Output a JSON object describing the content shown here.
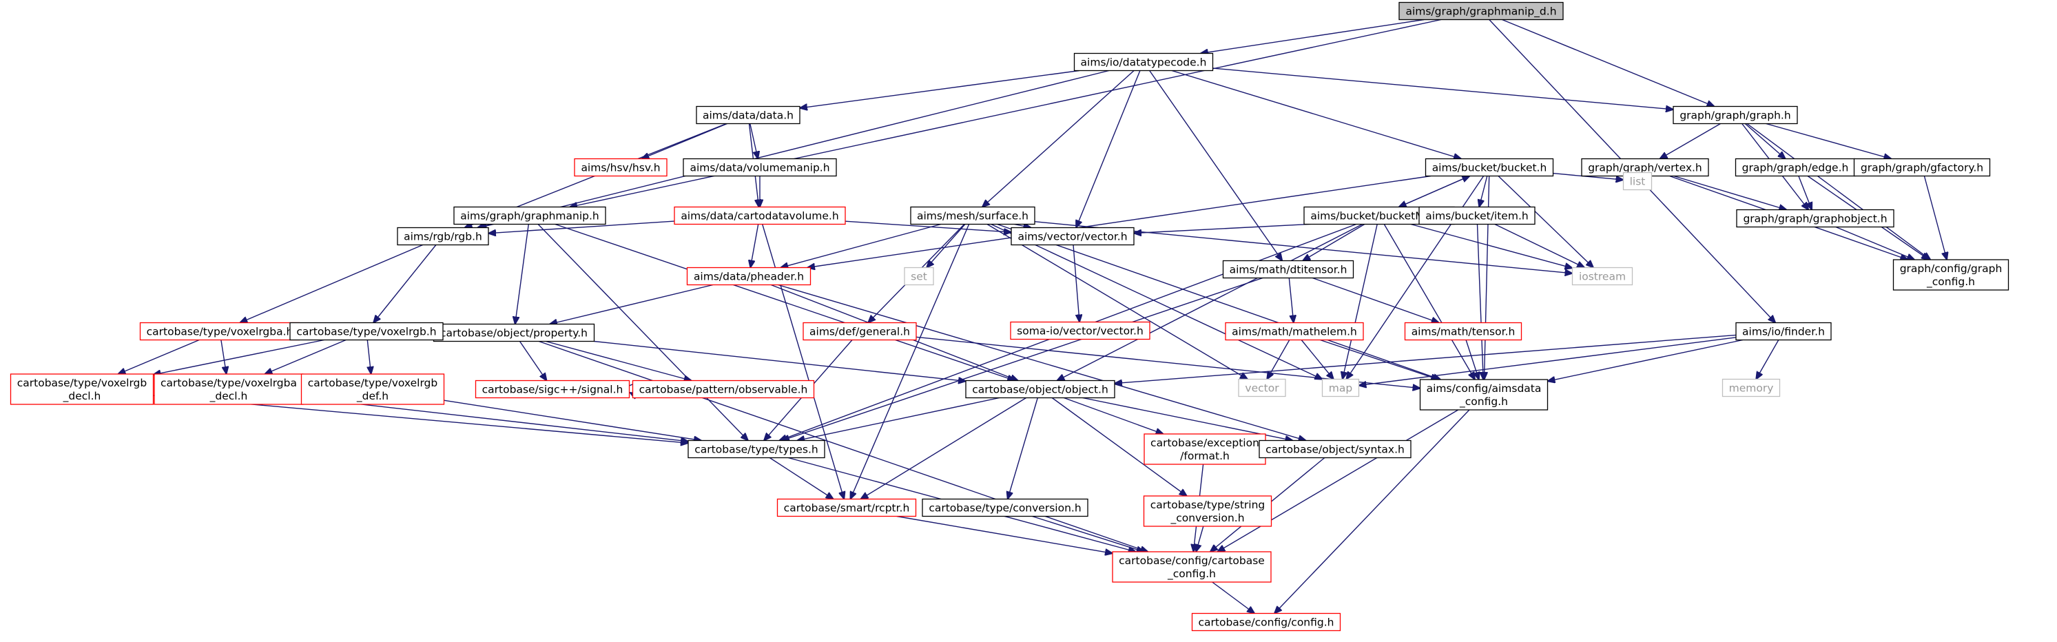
{
  "nodes": [
    {
      "id": "graphmanip_d",
      "lines": [
        "aims/graph/graphmanip_d.h"
      ],
      "style": "root"
    },
    {
      "id": "datatypecode",
      "lines": [
        "aims/io/datatypecode.h"
      ],
      "style": "black"
    },
    {
      "id": "graph_h",
      "lines": [
        "graph/graph/graph.h"
      ],
      "style": "black"
    },
    {
      "id": "finder",
      "lines": [
        "aims/io/finder.h"
      ],
      "style": "black"
    },
    {
      "id": "data_h",
      "lines": [
        "aims/data/data.h"
      ],
      "style": "black"
    },
    {
      "id": "graphmanip",
      "lines": [
        "aims/graph/graphmanip.h"
      ],
      "style": "black"
    },
    {
      "id": "surface",
      "lines": [
        "aims/mesh/surface.h"
      ],
      "style": "black"
    },
    {
      "id": "bucket",
      "lines": [
        "aims/bucket/bucket.h"
      ],
      "style": "black"
    },
    {
      "id": "dtitensor",
      "lines": [
        "aims/math/dtitensor.h"
      ],
      "style": "black"
    },
    {
      "id": "vector_h",
      "lines": [
        "aims/vector/vector.h"
      ],
      "style": "black"
    },
    {
      "id": "rgb",
      "lines": [
        "aims/rgb/rgb.h"
      ],
      "style": "black"
    },
    {
      "id": "hsv",
      "lines": [
        "aims/hsv/hsv.h"
      ],
      "style": "red"
    },
    {
      "id": "volumemanip",
      "lines": [
        "aims/data/volumemanip.h"
      ],
      "style": "black"
    },
    {
      "id": "cartodatavolume",
      "lines": [
        "aims/data/cartodatavolume.h"
      ],
      "style": "red"
    },
    {
      "id": "pheader",
      "lines": [
        "aims/data/pheader.h"
      ],
      "style": "red"
    },
    {
      "id": "property",
      "lines": [
        "cartobase/object/property.h"
      ],
      "style": "black"
    },
    {
      "id": "object",
      "lines": [
        "cartobase/object/object.h"
      ],
      "style": "black"
    },
    {
      "id": "types",
      "lines": [
        "cartobase/type/types.h"
      ],
      "style": "black"
    },
    {
      "id": "rcptr",
      "lines": [
        "cartobase/smart/rcptr.h"
      ],
      "style": "red"
    },
    {
      "id": "cartobase_config",
      "lines": [
        "cartobase/config/cartobase",
        "_config.h"
      ],
      "style": "red"
    },
    {
      "id": "config_h",
      "lines": [
        "cartobase/config/config.h"
      ],
      "style": "red"
    },
    {
      "id": "aimsdata_config",
      "lines": [
        "aims/config/aimsdata",
        "_config.h"
      ],
      "style": "black"
    },
    {
      "id": "vertex",
      "lines": [
        "graph/graph/vertex.h"
      ],
      "style": "black"
    },
    {
      "id": "edge",
      "lines": [
        "graph/graph/edge.h"
      ],
      "style": "black"
    },
    {
      "id": "gfactory",
      "lines": [
        "graph/graph/gfactory.h"
      ],
      "style": "black"
    },
    {
      "id": "graphobject",
      "lines": [
        "graph/graph/graphobject.h"
      ],
      "style": "black"
    },
    {
      "id": "graph_config",
      "lines": [
        "graph/config/graph",
        "_config.h"
      ],
      "style": "black"
    },
    {
      "id": "bucketmap",
      "lines": [
        "aims/bucket/bucketMap.h"
      ],
      "style": "black"
    },
    {
      "id": "item",
      "lines": [
        "aims/bucket/item.h"
      ],
      "style": "black"
    },
    {
      "id": "list",
      "lines": [
        "list"
      ],
      "style": "gray"
    },
    {
      "id": "iostream",
      "lines": [
        "iostream"
      ],
      "style": "gray"
    },
    {
      "id": "set",
      "lines": [
        "set"
      ],
      "style": "gray"
    },
    {
      "id": "soma_vector",
      "lines": [
        "soma-io/vector/vector.h"
      ],
      "style": "red"
    },
    {
      "id": "general",
      "lines": [
        "aims/def/general.h"
      ],
      "style": "red"
    },
    {
      "id": "mathelem",
      "lines": [
        "aims/math/mathelem.h"
      ],
      "style": "red"
    },
    {
      "id": "tensor",
      "lines": [
        "aims/math/tensor.h"
      ],
      "style": "red"
    },
    {
      "id": "vector_std",
      "lines": [
        "vector"
      ],
      "style": "gray"
    },
    {
      "id": "map",
      "lines": [
        "map"
      ],
      "style": "gray"
    },
    {
      "id": "memory",
      "lines": [
        "memory"
      ],
      "style": "gray"
    },
    {
      "id": "voxelrgba",
      "lines": [
        "cartobase/type/voxelrgba.h"
      ],
      "style": "red"
    },
    {
      "id": "voxelrgb",
      "lines": [
        "cartobase/type/voxelrgb.h"
      ],
      "style": "black"
    },
    {
      "id": "voxelrgb_decl",
      "lines": [
        "cartobase/type/voxelrgb",
        "_decl.h"
      ],
      "style": "red"
    },
    {
      "id": "voxelrgba_decl",
      "lines": [
        "cartobase/type/voxelrgba",
        "_decl.h"
      ],
      "style": "red"
    },
    {
      "id": "voxelrgb_def",
      "lines": [
        "cartobase/type/voxelrgb",
        "_def.h"
      ],
      "style": "red"
    },
    {
      "id": "signal",
      "lines": [
        "cartobase/sigc++/signal.h"
      ],
      "style": "red"
    },
    {
      "id": "observable",
      "lines": [
        "cartobase/pattern/observable.h"
      ],
      "style": "red"
    },
    {
      "id": "exception_format",
      "lines": [
        "cartobase/exception",
        "/format.h"
      ],
      "style": "red"
    },
    {
      "id": "syntax",
      "lines": [
        "cartobase/object/syntax.h"
      ],
      "style": "black"
    },
    {
      "id": "conversion",
      "lines": [
        "cartobase/type/conversion.h"
      ],
      "style": "black"
    },
    {
      "id": "string_conversion",
      "lines": [
        "cartobase/type/string",
        "_conversion.h"
      ],
      "style": "red"
    }
  ],
  "edges": [
    [
      "graphmanip_d",
      "datatypecode"
    ],
    [
      "graphmanip_d",
      "graph_h"
    ],
    [
      "graphmanip_d",
      "finder"
    ],
    [
      "graphmanip_d",
      "graphmanip"
    ],
    [
      "datatypecode",
      "data_h"
    ],
    [
      "datatypecode",
      "graph_h"
    ],
    [
      "datatypecode",
      "surface"
    ],
    [
      "datatypecode",
      "bucket"
    ],
    [
      "datatypecode",
      "dtitensor"
    ],
    [
      "datatypecode",
      "vector_h"
    ],
    [
      "datatypecode",
      "rgb"
    ],
    [
      "data_h",
      "hsv"
    ],
    [
      "data_h",
      "volumemanip"
    ],
    [
      "data_h",
      "cartodatavolume"
    ],
    [
      "data_h",
      "rgb"
    ],
    [
      "volumemanip",
      "cartodatavolume"
    ],
    [
      "cartodatavolume",
      "pheader"
    ],
    [
      "cartodatavolume",
      "vector_h"
    ],
    [
      "cartodatavolume",
      "rgb"
    ],
    [
      "cartodatavolume",
      "rcptr"
    ],
    [
      "graphmanip",
      "rgb"
    ],
    [
      "graphmanip",
      "property"
    ],
    [
      "graphmanip",
      "object"
    ],
    [
      "graphmanip",
      "types"
    ],
    [
      "surface",
      "pheader"
    ],
    [
      "surface",
      "vector_h"
    ],
    [
      "surface",
      "set"
    ],
    [
      "surface",
      "general"
    ],
    [
      "surface",
      "map"
    ],
    [
      "surface",
      "iostream"
    ],
    [
      "surface",
      "aimsdata_config"
    ],
    [
      "surface",
      "rcptr"
    ],
    [
      "surface",
      "vector_std"
    ],
    [
      "bucket",
      "pheader"
    ],
    [
      "bucket",
      "bucketmap"
    ],
    [
      "bucket",
      "item"
    ],
    [
      "bucket",
      "list"
    ],
    [
      "bucket",
      "iostream"
    ],
    [
      "bucket",
      "aimsdata_config"
    ],
    [
      "bucket",
      "map"
    ],
    [
      "bucketmap",
      "bucket"
    ],
    [
      "bucketmap",
      "dtitensor"
    ],
    [
      "bucketmap",
      "object"
    ],
    [
      "bucketmap",
      "iostream"
    ],
    [
      "bucketmap",
      "map"
    ],
    [
      "bucketmap",
      "aimsdata_config"
    ],
    [
      "bucketmap",
      "types"
    ],
    [
      "item",
      "vector_h"
    ],
    [
      "item",
      "iostream"
    ],
    [
      "item",
      "aimsdata_config"
    ],
    [
      "dtitensor",
      "mathelem"
    ],
    [
      "dtitensor",
      "tensor"
    ],
    [
      "dtitensor",
      "types"
    ],
    [
      "mathelem",
      "vector_std"
    ],
    [
      "mathelem",
      "map"
    ],
    [
      "mathelem",
      "aimsdata_config"
    ],
    [
      "tensor",
      "aimsdata_config"
    ],
    [
      "vector_h",
      "soma_vector"
    ],
    [
      "pheader",
      "property"
    ],
    [
      "pheader",
      "syntax"
    ],
    [
      "pheader",
      "object"
    ],
    [
      "general",
      "types"
    ],
    [
      "general",
      "aimsdata_config"
    ],
    [
      "rgb",
      "voxelrgba"
    ],
    [
      "rgb",
      "voxelrgb"
    ],
    [
      "voxelrgba",
      "voxelrgb_decl"
    ],
    [
      "voxelrgba",
      "voxelrgba_decl"
    ],
    [
      "voxelrgb",
      "voxelrgb_decl"
    ],
    [
      "voxelrgb",
      "voxelrgba_decl"
    ],
    [
      "voxelrgb",
      "voxelrgb_def"
    ],
    [
      "voxelrgb_decl",
      "types"
    ],
    [
      "voxelrgba_decl",
      "types"
    ],
    [
      "voxelrgb_def",
      "types"
    ],
    [
      "property",
      "signal"
    ],
    [
      "property",
      "observable"
    ],
    [
      "property",
      "object"
    ],
    [
      "property",
      "cartobase_config"
    ],
    [
      "signal",
      "signal"
    ],
    [
      "object",
      "types"
    ],
    [
      "object",
      "rcptr"
    ],
    [
      "object",
      "conversion"
    ],
    [
      "object",
      "string_conversion"
    ],
    [
      "object",
      "exception_format"
    ],
    [
      "object",
      "syntax"
    ],
    [
      "types",
      "rcptr"
    ],
    [
      "types",
      "cartobase_config"
    ],
    [
      "rcptr",
      "cartobase_config"
    ],
    [
      "conversion",
      "cartobase_config"
    ],
    [
      "string_conversion",
      "cartobase_config"
    ],
    [
      "exception_format",
      "cartobase_config"
    ],
    [
      "syntax",
      "cartobase_config"
    ],
    [
      "cartobase_config",
      "config_h"
    ],
    [
      "aimsdata_config",
      "cartobase_config"
    ],
    [
      "aimsdata_config",
      "config_h"
    ],
    [
      "graph_h",
      "vertex"
    ],
    [
      "graph_h",
      "edge"
    ],
    [
      "graph_h",
      "gfactory"
    ],
    [
      "graph_h",
      "graphobject"
    ],
    [
      "graph_h",
      "graph_config"
    ],
    [
      "vertex",
      "graphobject"
    ],
    [
      "vertex",
      "graph_config"
    ],
    [
      "edge",
      "graphobject"
    ],
    [
      "edge",
      "graph_config"
    ],
    [
      "gfactory",
      "graph_config"
    ],
    [
      "graphobject",
      "graph_config"
    ],
    [
      "finder",
      "object"
    ],
    [
      "finder",
      "aimsdata_config"
    ],
    [
      "finder",
      "memory"
    ],
    [
      "finder",
      "map"
    ]
  ]
}
